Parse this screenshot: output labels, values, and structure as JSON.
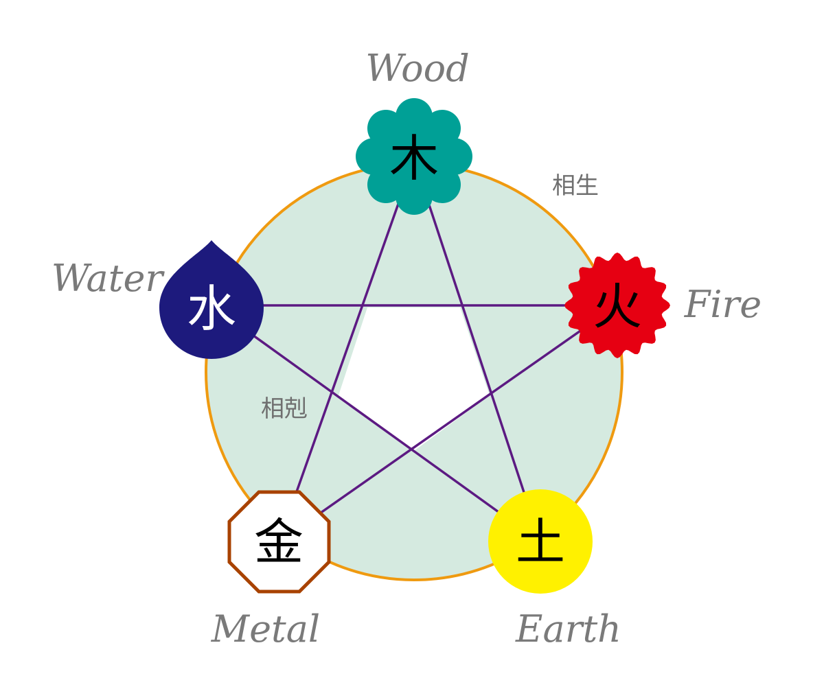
{
  "elements": {
    "wood": {
      "name": "Wood",
      "glyph": "木",
      "color": "#00a096",
      "glyph_color": "#000000"
    },
    "fire": {
      "name": "Fire",
      "glyph": "火",
      "color": "#e60012",
      "glyph_color": "#000000"
    },
    "earth": {
      "name": "Earth",
      "glyph": "土",
      "color": "#fff100",
      "glyph_color": "#000000"
    },
    "metal": {
      "name": "Metal",
      "glyph": "金",
      "color": "#ffffff",
      "border_color": "#a84200",
      "glyph_color": "#000000"
    },
    "water": {
      "name": "Water",
      "glyph": "水",
      "color": "#1d1a7d",
      "glyph_color": "#ffffff"
    }
  },
  "labels": {
    "generating": "相生",
    "overcoming": "相剋"
  },
  "colors": {
    "circle_fill": "#d5eae0",
    "circle_stroke": "#ef9a10",
    "star_stroke": "#5c1a82",
    "star_interior": "#ffffff"
  }
}
